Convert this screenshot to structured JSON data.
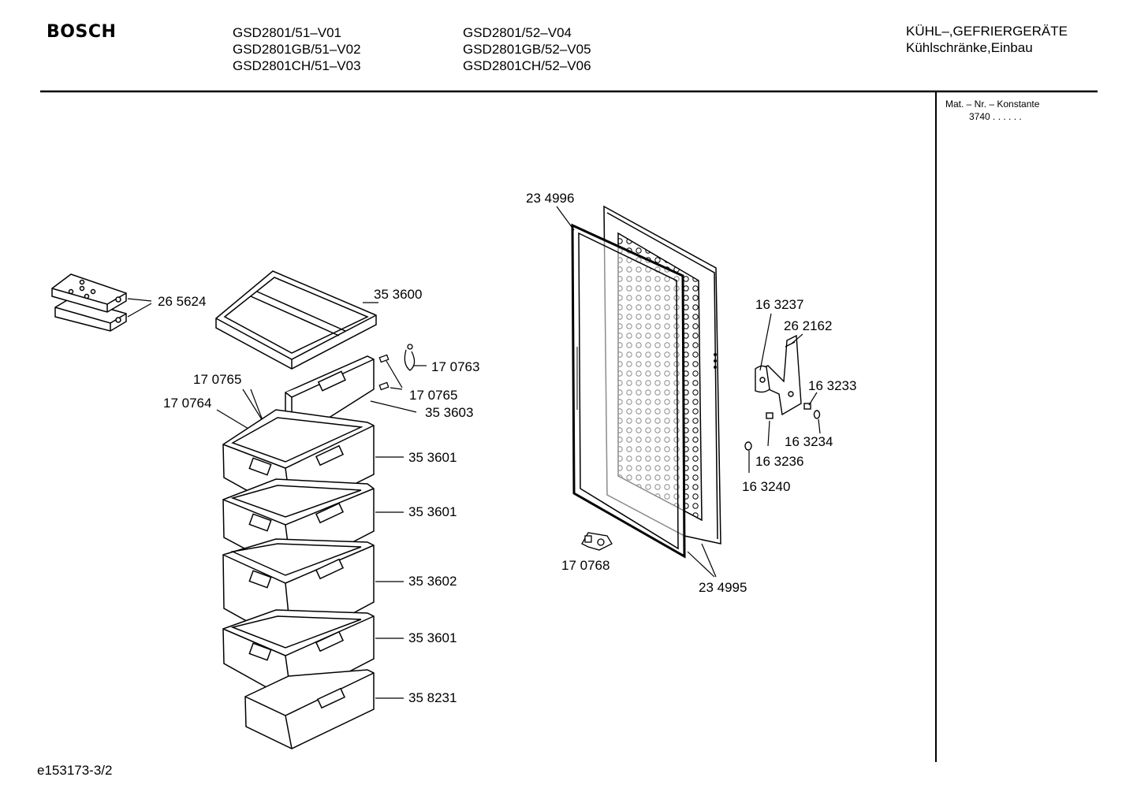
{
  "header": {
    "brand": "BOSCH",
    "models_col1": [
      "GSD2801/51–V01",
      "GSD2801GB/51–V02",
      "GSD2801CH/51–V03"
    ],
    "models_col2": [
      "GSD2801/52–V04",
      "GSD2801GB/52–V05",
      "GSD2801CH/52–V06"
    ],
    "category_line1": "KÜHL–,GEFRIERGERÄTE",
    "category_line2": "Kühlschränke,Einbau"
  },
  "sidebar": {
    "mat_label": "Mat. – Nr. – Konstante",
    "mat_value": "3740 . . . . . ."
  },
  "parts": {
    "p265624": "26 5624",
    "p353600": "35 3600",
    "p170763": "17 0763",
    "p170765a": "17 0765",
    "p170765b": "17 0765",
    "p170764": "17 0764",
    "p353603": "35 3603",
    "p353601a": "35 3601",
    "p353601b": "35 3601",
    "p353602": "35 3602",
    "p353601c": "35 3601",
    "p358231": "35 8231",
    "p234996": "23 4996",
    "p163237": "16 3237",
    "p262162": "26 2162",
    "p163233": "16 3233",
    "p163234": "16 3234",
    "p163236": "16 3236",
    "p163240": "16 3240",
    "p170768": "17 0768",
    "p234995": "23 4995"
  },
  "footer": {
    "drawing_id": "e153173-3/2"
  }
}
